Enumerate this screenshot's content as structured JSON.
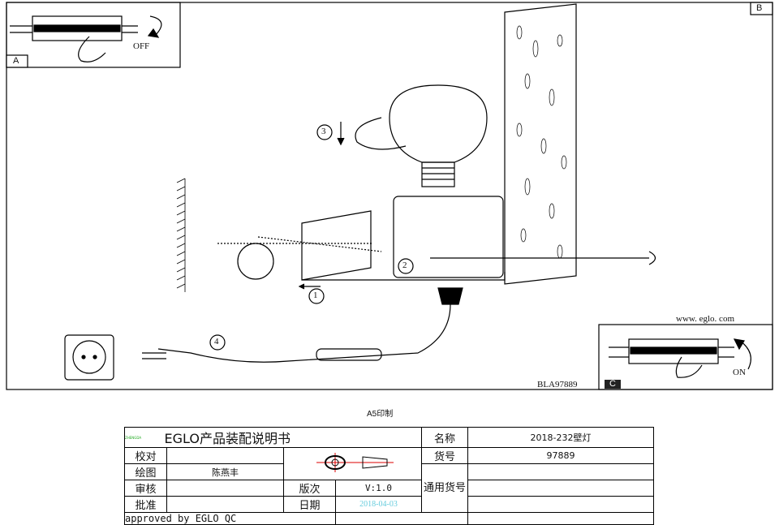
{
  "panels": {
    "a_label": "A",
    "b_label": "B",
    "c_label": "C",
    "off_label": "OFF",
    "on_label": "ON"
  },
  "steps": [
    "1",
    "2",
    "3",
    "4"
  ],
  "website": "www. eglo. com",
  "model_code": "BLA97889",
  "print_note": "A5印制",
  "title_block": {
    "logo_text": "ZHENGDA LIGHTING",
    "title": "EGLO产品装配说明书",
    "name_label": "名称",
    "name_value": "2018-232壁灯",
    "item_no_label": "货号",
    "item_no_value": "97889",
    "check_label": "校对",
    "drawing_label": "绘图",
    "drawer": "陈燕丰",
    "review_label": "审核",
    "approve_label": "批准",
    "version_label": "版次",
    "version_value": "V:1.0",
    "date_label": "日期",
    "date_value": "2018-04-03",
    "general_item_label": "通用货号",
    "approved_text": "approved by EGLO QC"
  }
}
